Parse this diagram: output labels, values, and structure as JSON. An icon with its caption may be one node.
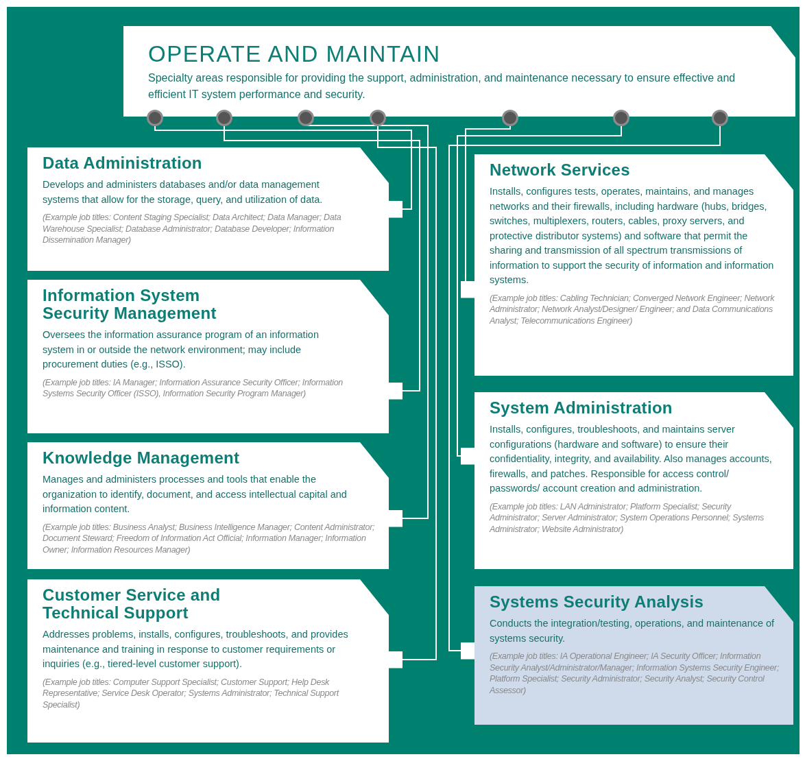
{
  "diagram": {
    "nodes": [
      {
        "text": [
          "OPERATE AND MAINTAIN",
          "Specialty areas responsible for providing the support, administration, and maintenance necessary to ensure effective and efficient IT system performance and security."
        ]
      },
      {
        "text": [],
        "shape": "circle"
      },
      {
        "text": [],
        "shape": "circle"
      },
      {
        "text": [],
        "shape": "circle"
      },
      {
        "text": [],
        "shape": "circle"
      },
      {
        "text": [],
        "shape": "circle"
      },
      {
        "text": [],
        "shape": "circle"
      },
      {
        "text": [],
        "shape": "circle"
      },
      {
        "text": [
          "Data Administration",
          "Develops and administers databases and/or data management systems that allow for the storage, query, and utilization of data.",
          "(Example job titles: Content Staging Specialist; Data Architect; Data Manager; Data Warehouse Specialist; Database Administrator; Database Developer; Information Dissemination Manager)"
        ]
      },
      {
        "text": [
          "Information System Security Management",
          "Oversees the information assurance program of an information system in or outside the network environment; may include procurement duties (e.g., ISSO).",
          "(Example job titles: IA Manager; Information Assurance Security Officer; Information Systems Security Officer (ISSO), Information Security Program Manager)"
        ]
      },
      {
        "text": [
          "Knowledge Management",
          "Manages and administers processes and tools that enable the organization to identify, document, and access intellectual capital and information content.",
          "(Example job titles: Business Analyst; Business Intelligence Manager; Content Administrator; Document Steward; Freedom of Information Act Official; Information Manager; Information Owner; Information Resources Manager)"
        ]
      },
      {
        "text": [
          "Customer Service and Technical Support",
          "Addresses problems, installs, configures, troubleshoots, and provides maintenance and training in response to customer requirements or inquiries (e.g., tiered-level customer support).",
          "(Example job titles: Computer Support Specialist; Customer Support; Help Desk Representative; Service Desk Operator; Systems Administrator; Technical Support Specialist)"
        ]
      },
      {
        "text": [
          "Network Services",
          "Installs, configures tests, operates, maintains, and manages networks and their firewalls, including hardware (hubs, bridges, switches, multiplexers, routers, cables, proxy servers, and protective distributor systems) and software that permit the sharing and transmission of all spectrum transmissions of information to support the security of information and information systems.",
          "(Example job titles: Cabling Technician; Converged Network Engineer; Network Administrator; Network Analyst/Designer/ Engineer; and Data Communications Analyst; Telecommunications Engineer)"
        ]
      },
      {
        "text": [
          "System Administration",
          "Installs, configures, troubleshoots, and maintains server configurations (hardware and software) to ensure their confidentiality, integrity, and availability. Also manages accounts, firewalls, and patches. Responsible for access control/ passwords/ account creation and administration.",
          "(Example job titles: LAN Administrator; Platform Specialist; Security Administrator; Server Administrator; System Operations Personnel; Systems Administrator; Website Administrator)"
        ]
      },
      {
        "text": [
          "Systems Security Analysis",
          "Conducts the integration/testing, operations, and maintenance of systems security.",
          "(Example job titles: IA Operational Engineer; IA Security Officer; Information Security Analyst/Administrator/Manager; Information Systems Security Engineer; Platform Specialist; Security Administrator; Security Analyst; Security Control Assessor)"
        ]
      }
    ],
    "edges": [
      {
        "from": 1,
        "to": 8,
        "arrow": "other"
      },
      {
        "from": 2,
        "to": 9,
        "arrow": "other"
      },
      {
        "from": 3,
        "to": 10,
        "arrow": "other"
      },
      {
        "from": 4,
        "to": 11,
        "arrow": "other"
      },
      {
        "from": 5,
        "to": 12,
        "arrow": "other"
      },
      {
        "from": 6,
        "to": 13,
        "arrow": "other"
      },
      {
        "from": 7,
        "to": 14,
        "arrow": "other"
      }
    ]
  }
}
